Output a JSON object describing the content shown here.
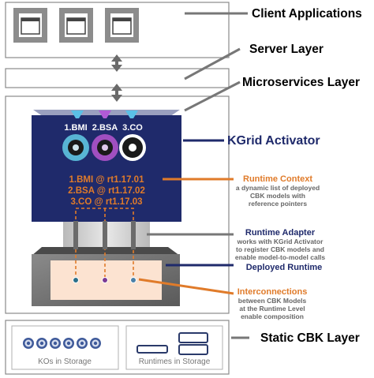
{
  "labels": {
    "client_applications": "Client Applications",
    "server_layer": "Server Layer",
    "microservices_layer": "Microservices Layer",
    "kgrid_activator": "KGrid Activator",
    "static_cbk_layer": "Static CBK Layer",
    "deployed_runtime": "Deployed Runtime"
  },
  "models": [
    {
      "name": "1.BMI",
      "color": "#58b4d4"
    },
    {
      "name": "2.BSA",
      "color": "#a04fc0"
    },
    {
      "name": "3.CO",
      "color": "#5ab3dc"
    }
  ],
  "runtime_context": {
    "title": "Runtime Context",
    "desc": [
      "a dynamic list of deployed",
      "CBK models with",
      "reference pointers"
    ],
    "entries": [
      "1.BMI @ rt1.17.01",
      "2.BSA @ rt1.17.02",
      "3.CO @ rt1.17.03"
    ]
  },
  "runtime_adapter": {
    "title": "Runtime Adapter",
    "desc": [
      "works with KGrid Activator",
      "to register CBK models and",
      "enable model-to-model calls"
    ]
  },
  "interconnections": {
    "title": "Interconnections",
    "desc": [
      "between CBK Models",
      "at the Runtime Level",
      "enable composition"
    ]
  },
  "storage": {
    "kos_label": "KOs in Storage",
    "runtimes_label": "Runtimes in Storage",
    "ko_count": 6
  },
  "colors": {
    "navy": "#1f2a6b",
    "orange": "#e07b2a",
    "gray": "#777777",
    "runtime_fill": "#fce3d1"
  }
}
